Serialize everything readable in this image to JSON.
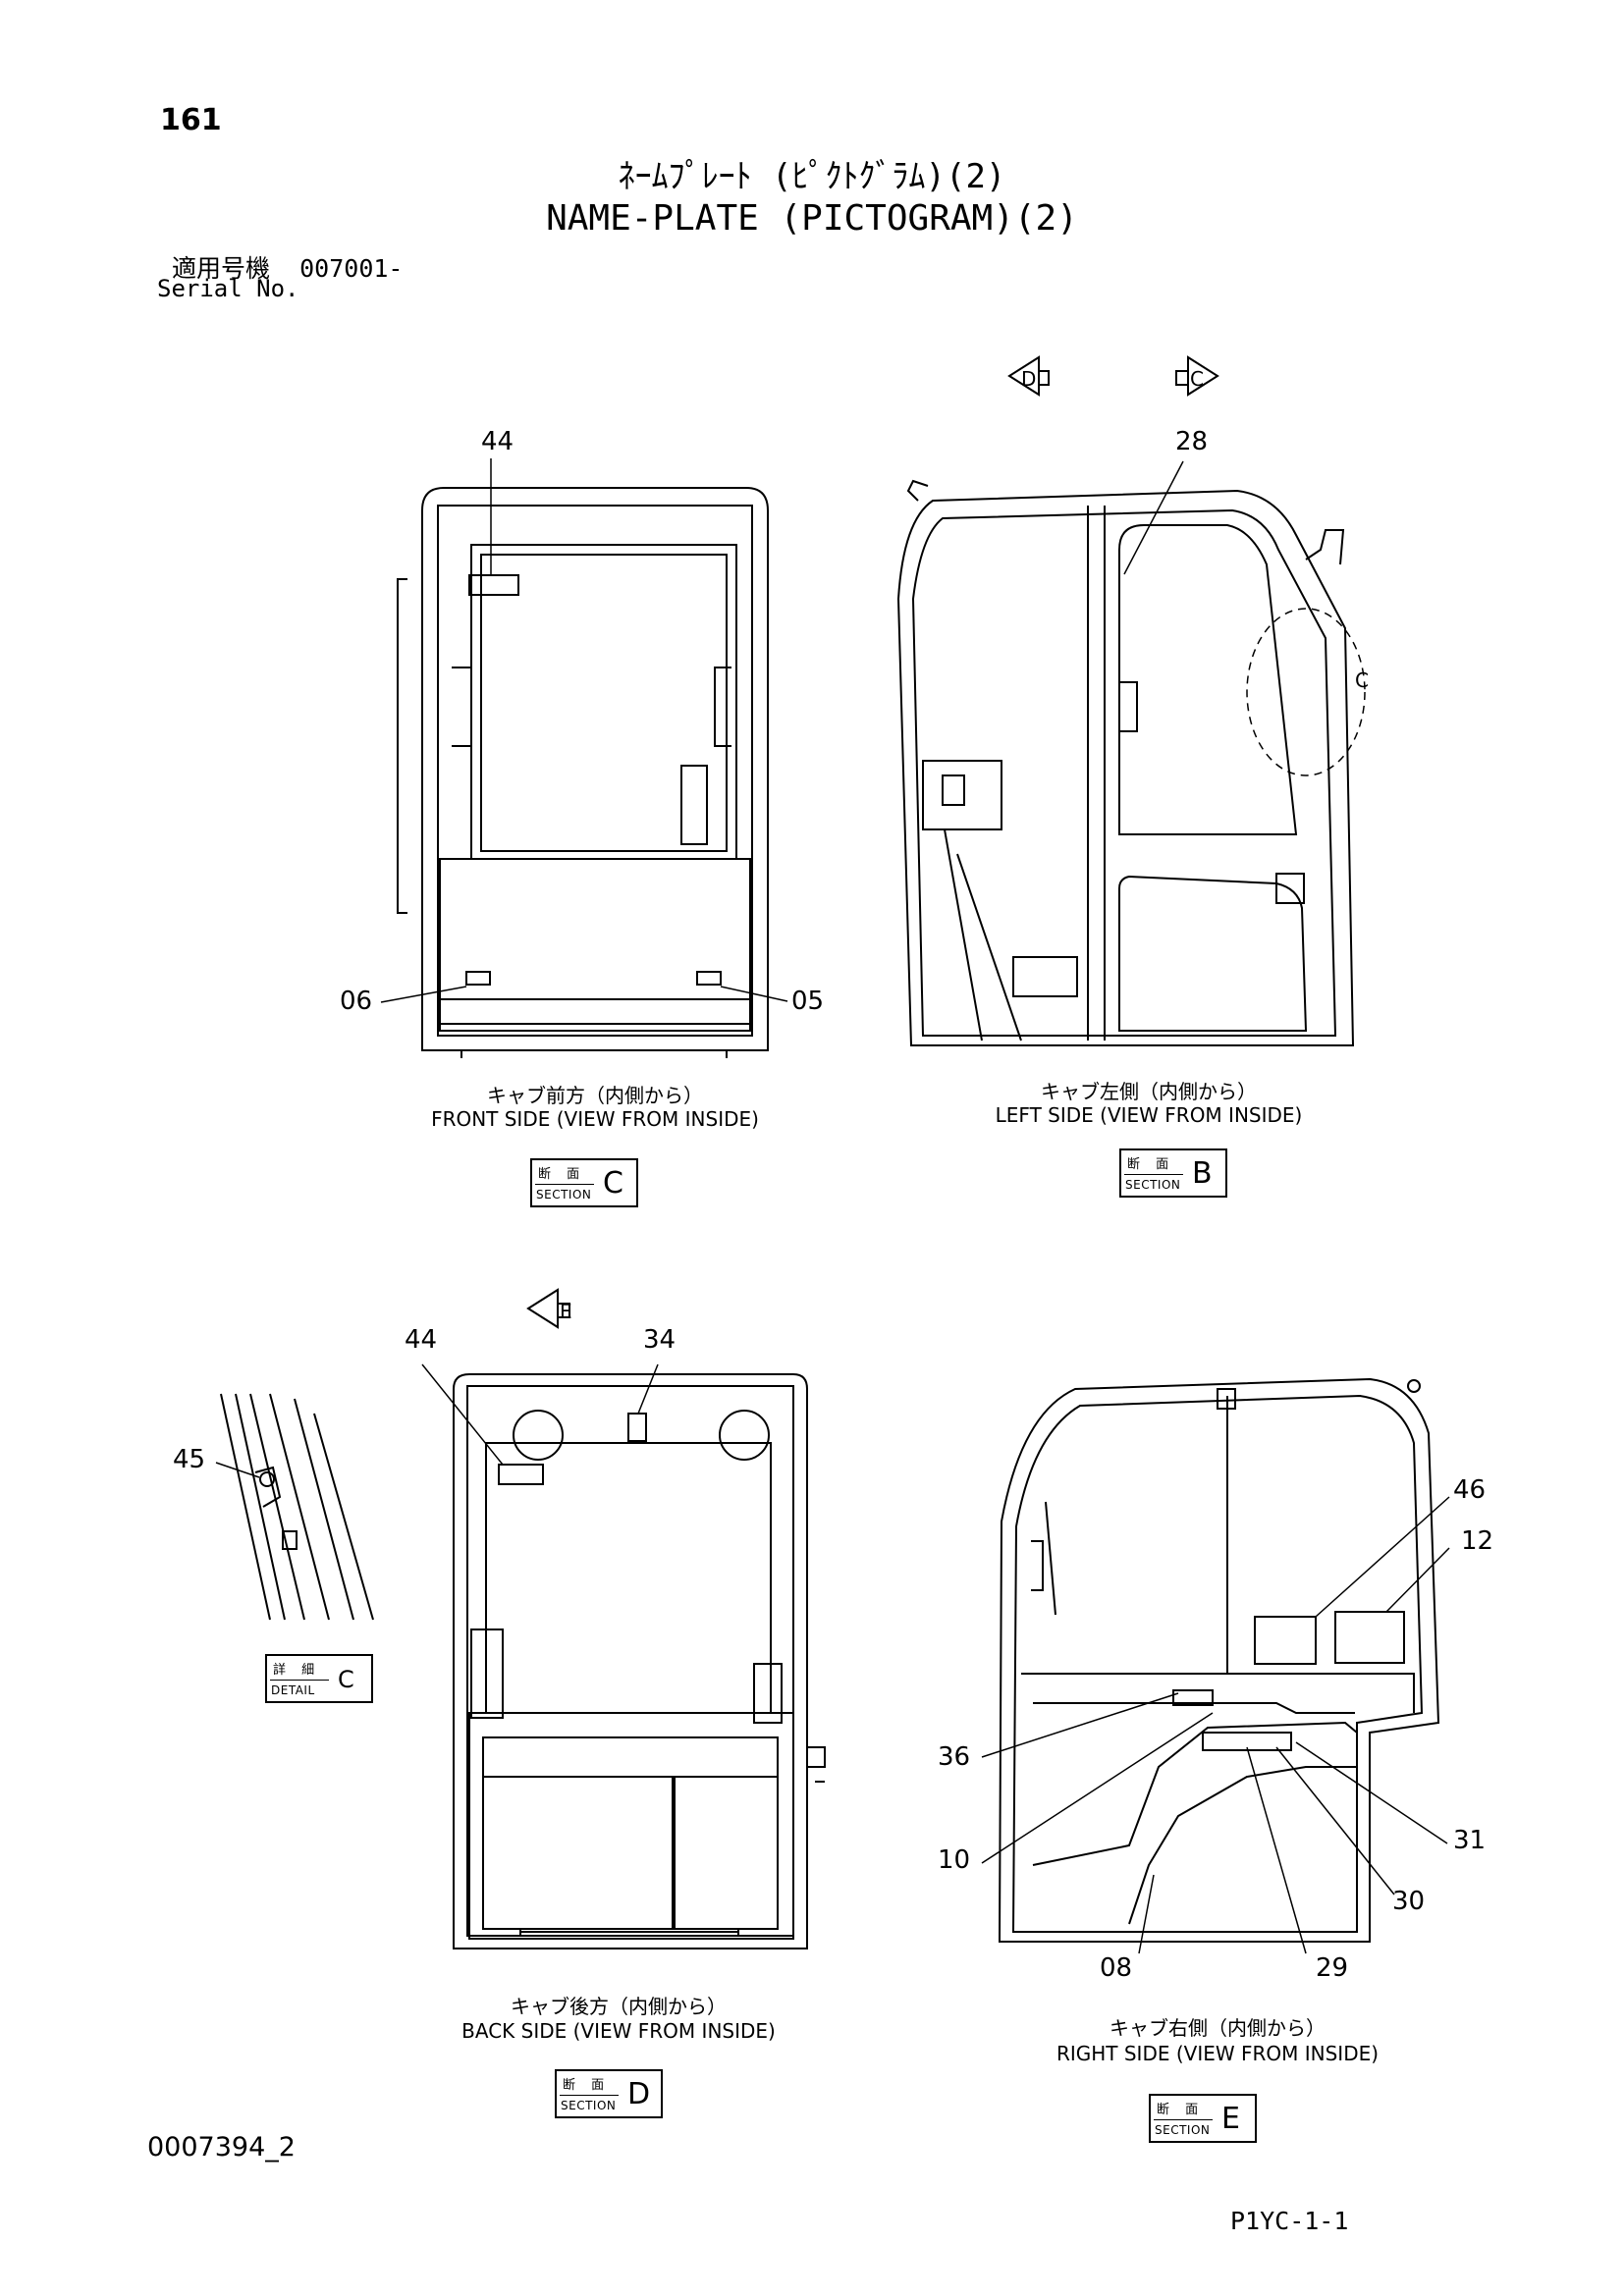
{
  "page_number": "161",
  "title_jp": "ﾈｰﾑﾌﾟﾚｰﾄ (ﾋﾟｸﾄｸﾞﾗﾑ)(2)",
  "title_en": "NAME-PLATE (PICTOGRAM)(2)",
  "serial_label_jp": "適用号機",
  "serial_value": "007001-",
  "serial_label_en": "Serial No.",
  "arrows": {
    "d": "D",
    "c": "C",
    "e": "E"
  },
  "views": {
    "front": {
      "caption_jp": "キャブ前方（内側から）",
      "caption_en": "FRONT SIDE (VIEW FROM INSIDE)",
      "section": "C"
    },
    "left": {
      "caption_jp": "キャブ左側（内側から）",
      "caption_en": "LEFT SIDE (VIEW FROM INSIDE)",
      "section": "B"
    },
    "back": {
      "caption_jp": "キャブ後方（内側から）",
      "caption_en": "BACK SIDE (VIEW FROM INSIDE)",
      "section": "D"
    },
    "right": {
      "caption_jp": "キャブ右側（内側から）",
      "caption_en": "RIGHT SIDE (VIEW FROM INSIDE)",
      "section": "E"
    },
    "detail": {
      "letter": "C",
      "label_jp": "詳 細",
      "label_en": "DETAIL"
    }
  },
  "section_label_jp": "断 面",
  "section_label_en": "SECTION",
  "callouts": {
    "front": [
      "44",
      "06",
      "05"
    ],
    "left": [
      "28"
    ],
    "left_circle": "C",
    "back": [
      "44",
      "34"
    ],
    "detail": [
      "45"
    ],
    "right": [
      "46",
      "12",
      "36",
      "10",
      "31",
      "30",
      "08",
      "29"
    ]
  },
  "document_id": "0007394_2",
  "page_ref": "P1YC-1-1"
}
